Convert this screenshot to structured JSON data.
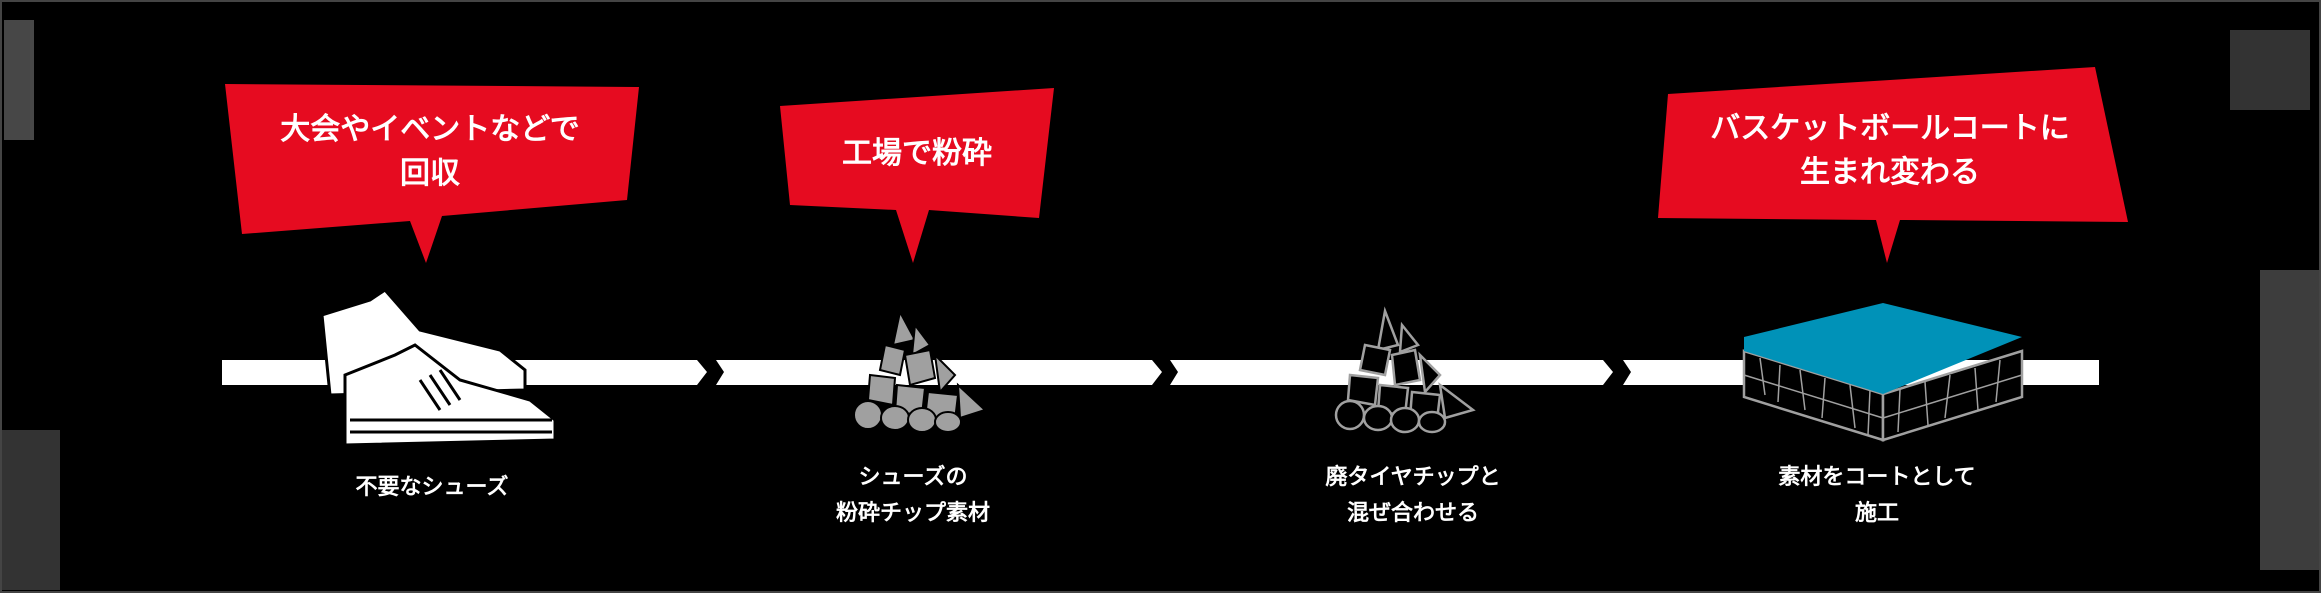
{
  "colors": {
    "accent_red": "#e60b20",
    "court_blue": "#0092b8",
    "chip_gray": "#a0a0a0",
    "background": "#000000"
  },
  "bubbles": [
    {
      "line1": "大会やイベントなどで",
      "line2": "回収"
    },
    {
      "line1": "工場で粉砕"
    },
    {
      "line1": "バスケットボールコートに",
      "line2": "生まれ変わる"
    }
  ],
  "steps": [
    {
      "icon": "sneakers-icon",
      "line1": "不要なシューズ"
    },
    {
      "icon": "shoe-chips-icon",
      "line1": "シューズの",
      "line2": "粉砕チップ素材"
    },
    {
      "icon": "tire-chips-icon",
      "line1": "廃タイヤチップと",
      "line2": "混ぜ合わせる"
    },
    {
      "icon": "court-block-icon",
      "line1": "素材をコートとして",
      "line2": "施工"
    }
  ]
}
